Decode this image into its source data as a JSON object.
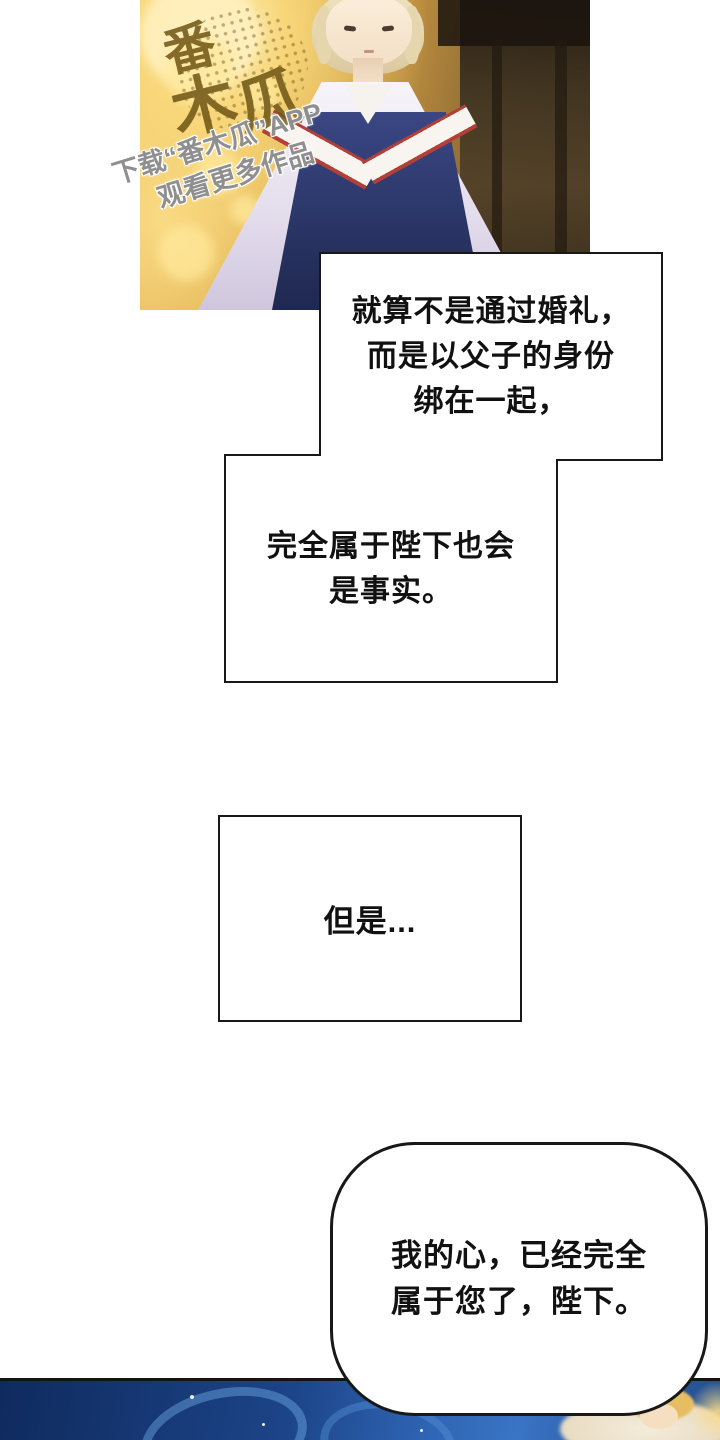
{
  "watermark": {
    "logo_chars": [
      "番",
      "木",
      "瓜"
    ],
    "line1": "下载“番木瓜”APP",
    "line2": "观看更多作品"
  },
  "bubbles": {
    "b1": {
      "line1": "就算不是通过婚礼，",
      "line2": "而是以父子的身份",
      "line3": "绑在一起，"
    },
    "b2": {
      "line1": "完全属于陛下也会",
      "line2": "是事实。"
    },
    "b3": {
      "line1": "但是..."
    },
    "b4": {
      "line1": "我的心，已经完全",
      "line2": "属于您了，陛下。"
    }
  },
  "colors": {
    "outline": "#181818",
    "bubble_fill": "#ffffff",
    "watermark_gray": "#8f8f8f",
    "logo_brown": "#6e5414",
    "art_gold": "#e7b94e",
    "art_dark_brown": "#3a2c1d",
    "vest_blue": "#2e3a74",
    "strip_blue": "#1c4488"
  }
}
